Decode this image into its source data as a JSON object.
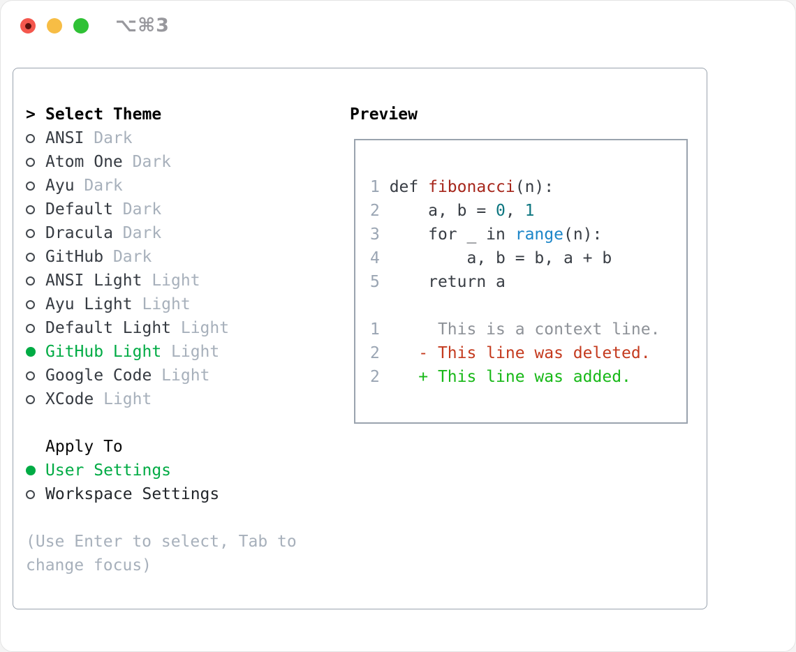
{
  "window": {
    "title": "⌥⌘3"
  },
  "left_panel": {
    "marker": ">",
    "heading": "Select Theme",
    "themes": [
      {
        "name": "ANSI",
        "variant": "Dark",
        "selected": false
      },
      {
        "name": "Atom One",
        "variant": "Dark",
        "selected": false
      },
      {
        "name": "Ayu",
        "variant": "Dark",
        "selected": false
      },
      {
        "name": "Default",
        "variant": "Dark",
        "selected": false
      },
      {
        "name": "Dracula",
        "variant": "Dark",
        "selected": false
      },
      {
        "name": "GitHub",
        "variant": "Dark",
        "selected": false
      },
      {
        "name": "ANSI Light",
        "variant": "Light",
        "selected": false
      },
      {
        "name": "Ayu Light",
        "variant": "Light",
        "selected": false
      },
      {
        "name": "Default Light",
        "variant": "Light",
        "selected": false
      },
      {
        "name": "GitHub Light",
        "variant": "Light",
        "selected": true
      },
      {
        "name": "Google Code",
        "variant": "Light",
        "selected": false
      },
      {
        "name": "XCode",
        "variant": "Light",
        "selected": false
      }
    ],
    "apply_to": {
      "heading": "Apply To",
      "options": [
        {
          "label": "User Settings",
          "selected": true
        },
        {
          "label": "Workspace Settings",
          "selected": false
        }
      ]
    },
    "hint": "(Use Enter to select, Tab to change focus)"
  },
  "preview": {
    "heading": "Preview",
    "lines": [
      [
        {
          "t": "1",
          "c": "ln"
        },
        {
          "t": " def ",
          "c": "d"
        },
        {
          "t": "fibonacci",
          "c": "fn"
        },
        {
          "t": "(n):",
          "c": "d"
        }
      ],
      [
        {
          "t": "2",
          "c": "ln"
        },
        {
          "t": "     a, b = ",
          "c": "d"
        },
        {
          "t": "0",
          "c": "num"
        },
        {
          "t": ", ",
          "c": "d"
        },
        {
          "t": "1",
          "c": "num"
        }
      ],
      [
        {
          "t": "3",
          "c": "ln"
        },
        {
          "t": "     for _ in ",
          "c": "d"
        },
        {
          "t": "range",
          "c": "kw"
        },
        {
          "t": "(n):",
          "c": "d"
        }
      ],
      [
        {
          "t": "4",
          "c": "ln"
        },
        {
          "t": "         a, b = b, a + b",
          "c": "d"
        }
      ],
      [
        {
          "t": "5",
          "c": "ln"
        },
        {
          "t": "     return a",
          "c": "d"
        }
      ],
      [],
      [
        {
          "t": "1",
          "c": "ln"
        },
        {
          "t": "      This is a context line.",
          "c": "ctx"
        }
      ],
      [
        {
          "t": "2",
          "c": "ln"
        },
        {
          "t": "    ",
          "c": "d"
        },
        {
          "t": "- This line was deleted.",
          "c": "del"
        }
      ],
      [
        {
          "t": "2",
          "c": "ln"
        },
        {
          "t": "    ",
          "c": "d"
        },
        {
          "t": "+ This line was added.",
          "c": "add"
        }
      ]
    ]
  },
  "colors": {
    "selection_green": "#00ab44",
    "added_green": "#17b817",
    "deleted_red": "#c43a1e",
    "function_red": "#a6261b",
    "number_teal": "#0d7680",
    "keyword_blue": "#1a85c8",
    "line_number_gray": "#9aa5b3",
    "context_gray": "#8e9298",
    "border_gray": "#9aa3ae",
    "traffic_red": "#f4574d",
    "traffic_yellow": "#f7bd45",
    "traffic_green": "#2fc135"
  }
}
